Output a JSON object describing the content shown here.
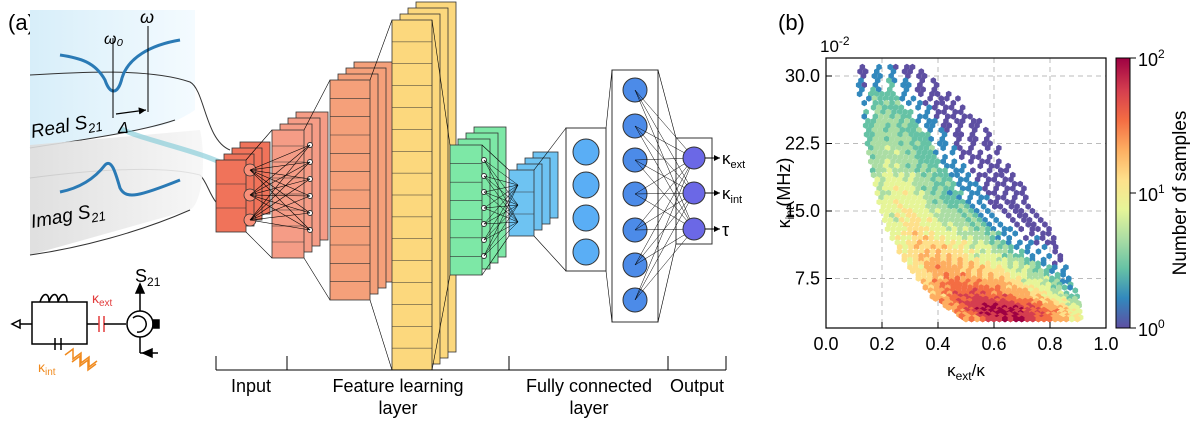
{
  "panel_a": {
    "label": "(a)",
    "omega0": "ω₀",
    "omega": "ω",
    "delta": "Δ",
    "real_s21": "Real S",
    "imag_s21": "Imag S",
    "s21_sub": "21",
    "circuit": {
      "s21": "S",
      "s21_sub": "21",
      "kappa_ext": "κ",
      "kappa_ext_sub": "ext",
      "kappa_int": "κ",
      "kappa_int_sub": "int"
    },
    "outputs": [
      {
        "sym": "κ",
        "sub": "ext"
      },
      {
        "sym": "κ",
        "sub": "int"
      },
      {
        "sym": "τ",
        "sub": ""
      }
    ],
    "stages": {
      "input": "Input",
      "feature_1": "Feature learning",
      "feature_2": "layer",
      "fc_1": "Fully connected",
      "fc_2": "layer",
      "output": "Output"
    },
    "colors": {
      "input": "#f0735a",
      "conv1": "#f59c86",
      "conv2": "#f5a07a",
      "conv3": "#fcd87d",
      "conv4": "#7de8a6",
      "conv5": "#6ec3f2",
      "fc1": "#5aaef5",
      "fc2": "#4c8be8",
      "out": "#6b68e6"
    }
  },
  "panel_b": {
    "label": "(b)",
    "exponent": "10",
    "exponent_sup": "-2",
    "colorbar_label": "Number of samples",
    "colorbar_ticks": [
      {
        "base": "10",
        "exp": "2"
      },
      {
        "base": "10",
        "exp": "1"
      },
      {
        "base": "10",
        "exp": "0"
      }
    ]
  },
  "chart_data": {
    "type": "heatmap",
    "title": "",
    "xlabel": "κ",
    "xlabel_sub": "ext",
    "xlabel_tail": "/κ",
    "ylabel": "κ",
    "ylabel_sub": "int",
    "ylabel_tail": "(MHz)",
    "xlim": [
      0.0,
      1.0
    ],
    "ylim": [
      2.0,
      32.0
    ],
    "xticks": [
      "0.0",
      "0.2",
      "0.4",
      "0.6",
      "0.8",
      "1.0"
    ],
    "yticks": [
      "7.5",
      "15.0",
      "22.5",
      "30.0"
    ],
    "ytick_values": [
      7.5,
      15.0,
      22.5,
      30.0
    ],
    "xtick_values": [
      0.0,
      0.2,
      0.4,
      0.6,
      0.8,
      1.0
    ],
    "grid": true,
    "color_scale": "log",
    "color_range": [
      1,
      100
    ],
    "colormap": [
      "#5e4fa2",
      "#3288bd",
      "#66c2a5",
      "#abdda4",
      "#e6f598",
      "#fee08b",
      "#fdae61",
      "#f46d43",
      "#d53e4f",
      "#9e0142"
    ],
    "density_rows": [
      {
        "y": 31.0,
        "x_range": [
          0.11,
          0.33
        ],
        "counts": [
          1,
          1,
          2,
          2,
          2,
          1,
          1,
          1
        ]
      },
      {
        "y": 28.0,
        "x_range": [
          0.12,
          0.46
        ],
        "counts": [
          2,
          3,
          3,
          3,
          2,
          2,
          1,
          1,
          1,
          1
        ]
      },
      {
        "y": 25.0,
        "x_range": [
          0.14,
          0.55
        ],
        "counts": [
          3,
          4,
          4,
          3,
          3,
          2,
          2,
          1,
          1,
          1,
          1
        ]
      },
      {
        "y": 22.0,
        "x_range": [
          0.15,
          0.62
        ],
        "counts": [
          4,
          5,
          5,
          4,
          3,
          3,
          2,
          2,
          1,
          1,
          1,
          1
        ]
      },
      {
        "y": 19.0,
        "x_range": [
          0.17,
          0.68
        ],
        "counts": [
          5,
          7,
          6,
          5,
          4,
          3,
          3,
          2,
          2,
          1,
          1,
          1,
          1
        ]
      },
      {
        "y": 16.0,
        "x_range": [
          0.19,
          0.74
        ],
        "counts": [
          6,
          9,
          9,
          7,
          5,
          4,
          3,
          3,
          2,
          2,
          1,
          1,
          1,
          1
        ]
      },
      {
        "y": 13.0,
        "x_range": [
          0.22,
          0.8
        ],
        "counts": [
          8,
          12,
          12,
          10,
          8,
          6,
          5,
          4,
          3,
          2,
          2,
          1,
          1,
          1
        ]
      },
      {
        "y": 10.0,
        "x_range": [
          0.27,
          0.85
        ],
        "counts": [
          10,
          16,
          18,
          16,
          13,
          10,
          8,
          6,
          4,
          3,
          2,
          2,
          1
        ]
      },
      {
        "y": 7.5,
        "x_range": [
          0.33,
          0.88
        ],
        "counts": [
          14,
          22,
          28,
          26,
          22,
          18,
          14,
          10,
          7,
          5,
          3,
          2
        ]
      },
      {
        "y": 5.5,
        "x_range": [
          0.38,
          0.9
        ],
        "counts": [
          20,
          35,
          45,
          50,
          45,
          38,
          30,
          22,
          15,
          10,
          6,
          3
        ]
      },
      {
        "y": 4.0,
        "x_range": [
          0.45,
          0.91
        ],
        "counts": [
          30,
          55,
          80,
          90,
          85,
          70,
          55,
          40,
          25,
          15,
          8
        ]
      },
      {
        "y": 3.0,
        "x_range": [
          0.5,
          0.91
        ],
        "counts": [
          25,
          50,
          70,
          80,
          75,
          60,
          45,
          30,
          18,
          10
        ]
      }
    ]
  }
}
